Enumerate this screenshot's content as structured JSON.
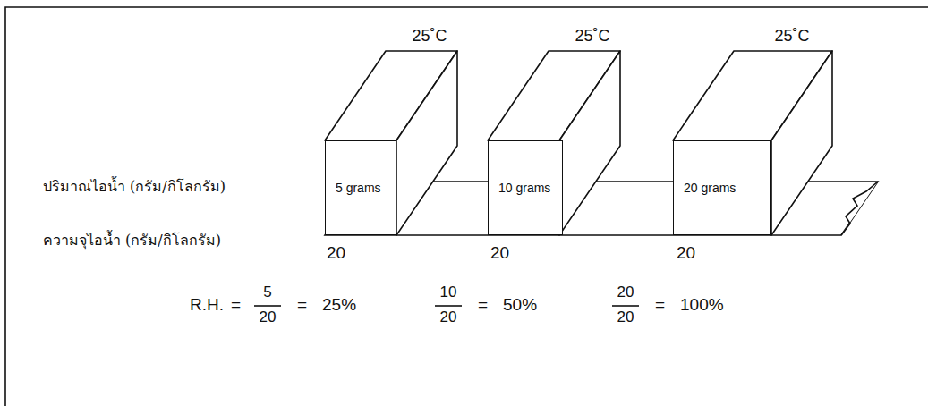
{
  "diagram": {
    "nodes": [
      {
        "text": [
          "5 grams"
        ]
      },
      {
        "text": [
          "10 grams"
        ]
      },
      {
        "text": [
          "20 grams"
        ]
      }
    ],
    "labels": [
      "25˚C",
      "25˚C",
      "25˚C",
      "ปริมาณไอน้ำ (กรัม/กิโลกรัม)",
      "ความจุไอน้ำ (กรัม/กิโลกรัม)",
      "20",
      "20",
      "20",
      "R.H.",
      "=",
      "5",
      "20",
      "=",
      "25%",
      "10",
      "20",
      "=",
      "50%",
      "20",
      "20",
      "=",
      "100%"
    ]
  }
}
